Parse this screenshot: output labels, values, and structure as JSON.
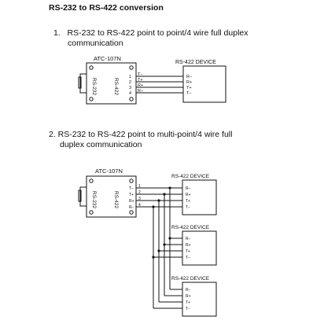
{
  "title": "RS-232 to RS-422 conversion",
  "step1": {
    "number": "1.",
    "text_line1": "RS-232 to RS-422 point to point/4 wire full duplex",
    "text_line2": "communication"
  },
  "step2": {
    "text_line1": "2. RS-232 to RS-422 point to multi-point/4 wire full",
    "text_line2": "duplex communication"
  },
  "converter": {
    "model": "ATC-107N",
    "port_left": "RS-232",
    "port_right": "RS-422",
    "pins": [
      "1",
      "2",
      "3",
      "4"
    ],
    "signals": [
      "T−",
      "T+",
      "R+",
      "R−"
    ]
  },
  "device": {
    "label_d1": "RS-422  DEVICE",
    "label": "RS-422 DEVICE",
    "pins": [
      "R−",
      "R+",
      "T+",
      "T−"
    ]
  }
}
